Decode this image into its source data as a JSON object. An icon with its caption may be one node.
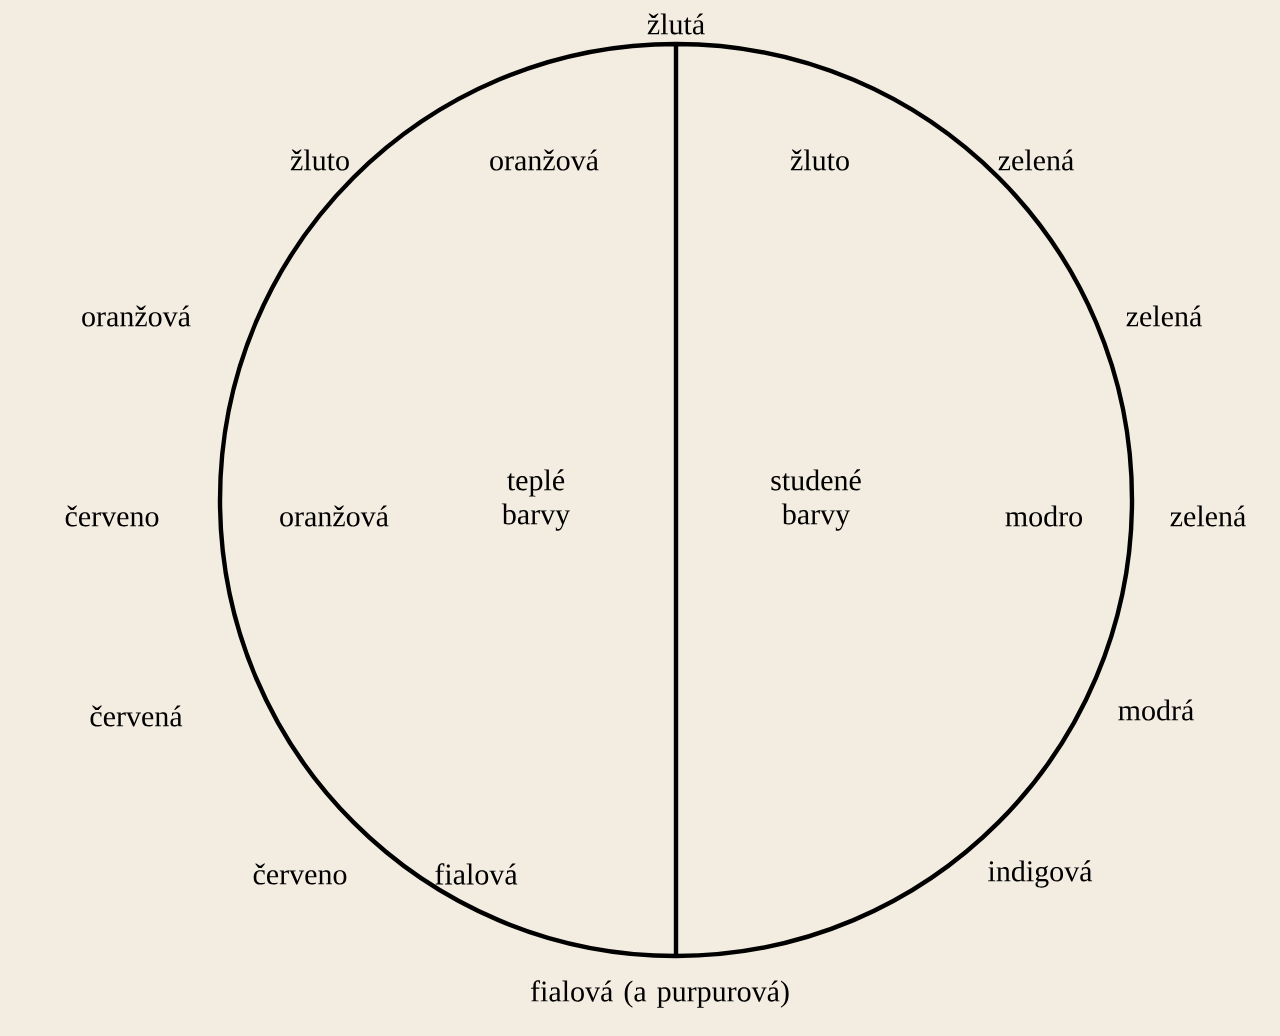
{
  "diagram": {
    "labels": [
      "žlutá",
      "žluto",
      "oranžová",
      "žluto",
      "zelená",
      "oranžová",
      "zelená",
      "červeno",
      "oranžová",
      "teplé barvy",
      "studené barvy",
      "modro",
      "zelená",
      "červená",
      "modrá",
      "červeno",
      "fialová",
      "indigová",
      "fialová (a purpurová)"
    ]
  }
}
